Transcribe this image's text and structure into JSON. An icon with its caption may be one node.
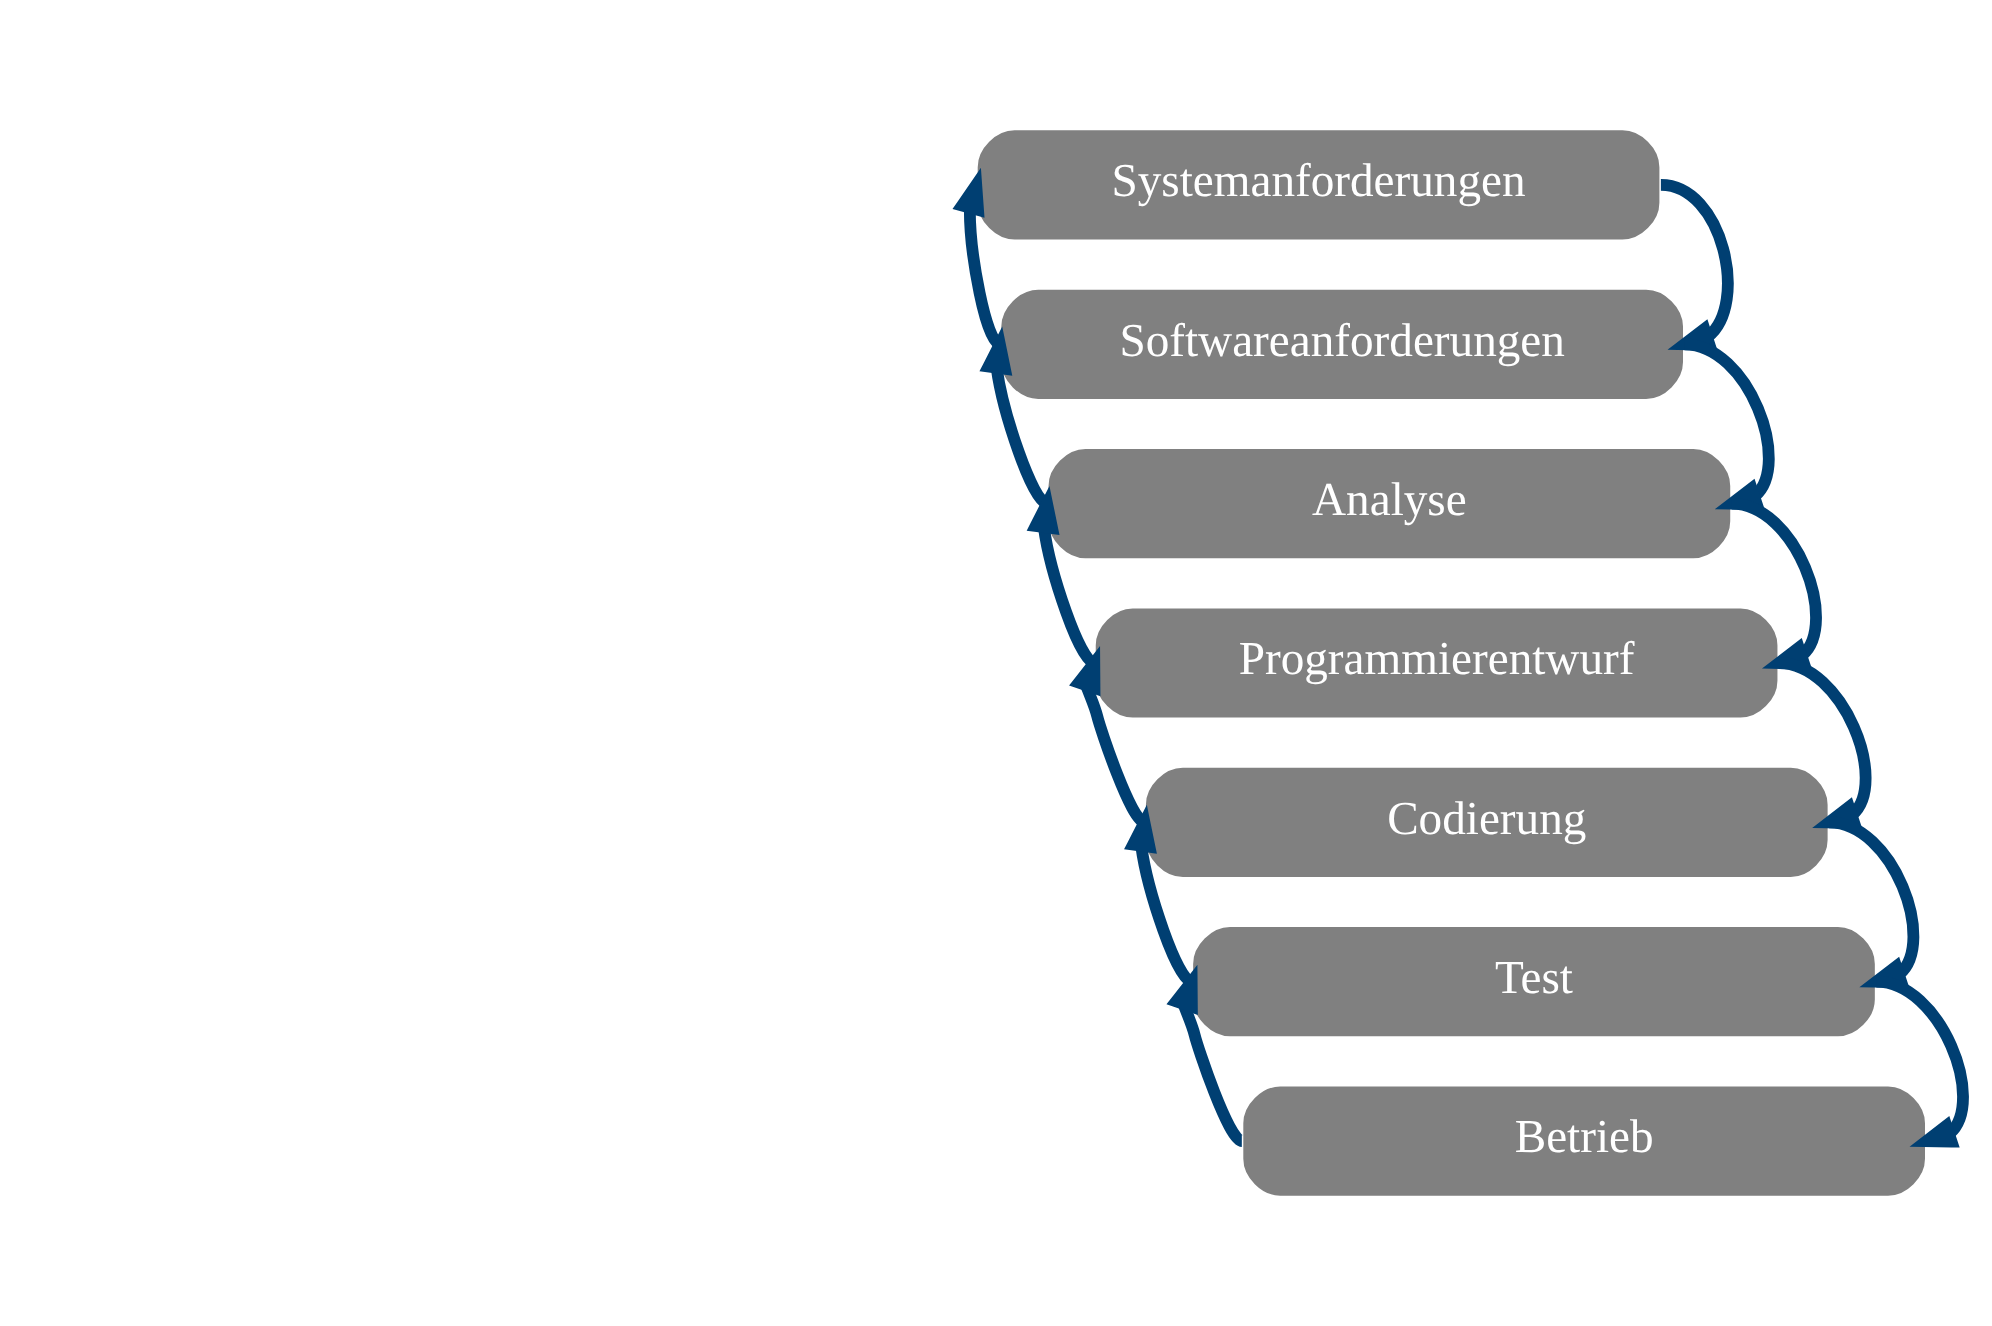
{
  "diagram": {
    "nodes": [
      {
        "text": [
          "Systemanforderungen"
        ]
      },
      {
        "text": [
          "Softwareanforderungen"
        ]
      },
      {
        "text": [
          "Analyse"
        ]
      },
      {
        "text": [
          "Programmierentwurf"
        ]
      },
      {
        "text": [
          "Codierung"
        ]
      },
      {
        "text": [
          "Test"
        ]
      },
      {
        "text": [
          "Betrieb"
        ]
      }
    ],
    "edges": [
      {
        "from": 0,
        "to": 1,
        "arrow": "to"
      },
      {
        "from": 1,
        "to": 2,
        "arrow": "to"
      },
      {
        "from": 2,
        "to": 3,
        "arrow": "to"
      },
      {
        "from": 3,
        "to": 4,
        "arrow": "to"
      },
      {
        "from": 4,
        "to": 5,
        "arrow": "to"
      },
      {
        "from": 5,
        "to": 6,
        "arrow": "to"
      },
      {
        "from": 1,
        "to": 0,
        "arrow": "to"
      },
      {
        "from": 2,
        "to": 1,
        "arrow": "to"
      },
      {
        "from": 3,
        "to": 2,
        "arrow": "to"
      },
      {
        "from": 4,
        "to": 3,
        "arrow": "to"
      },
      {
        "from": 5,
        "to": 4,
        "arrow": "to"
      },
      {
        "from": 6,
        "to": 5,
        "arrow": "to"
      }
    ]
  }
}
